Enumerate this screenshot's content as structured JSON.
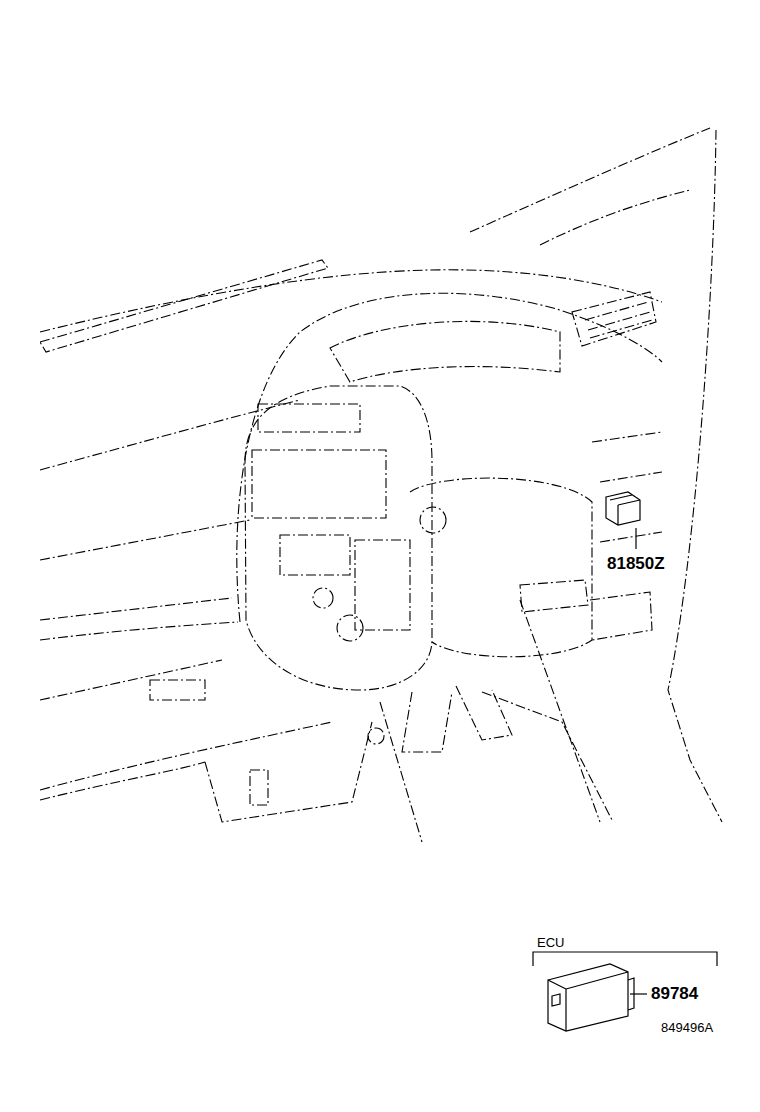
{
  "diagram": {
    "labels": [
      "81850Z",
      "ECU",
      "89784",
      "849496A"
    ]
  }
}
